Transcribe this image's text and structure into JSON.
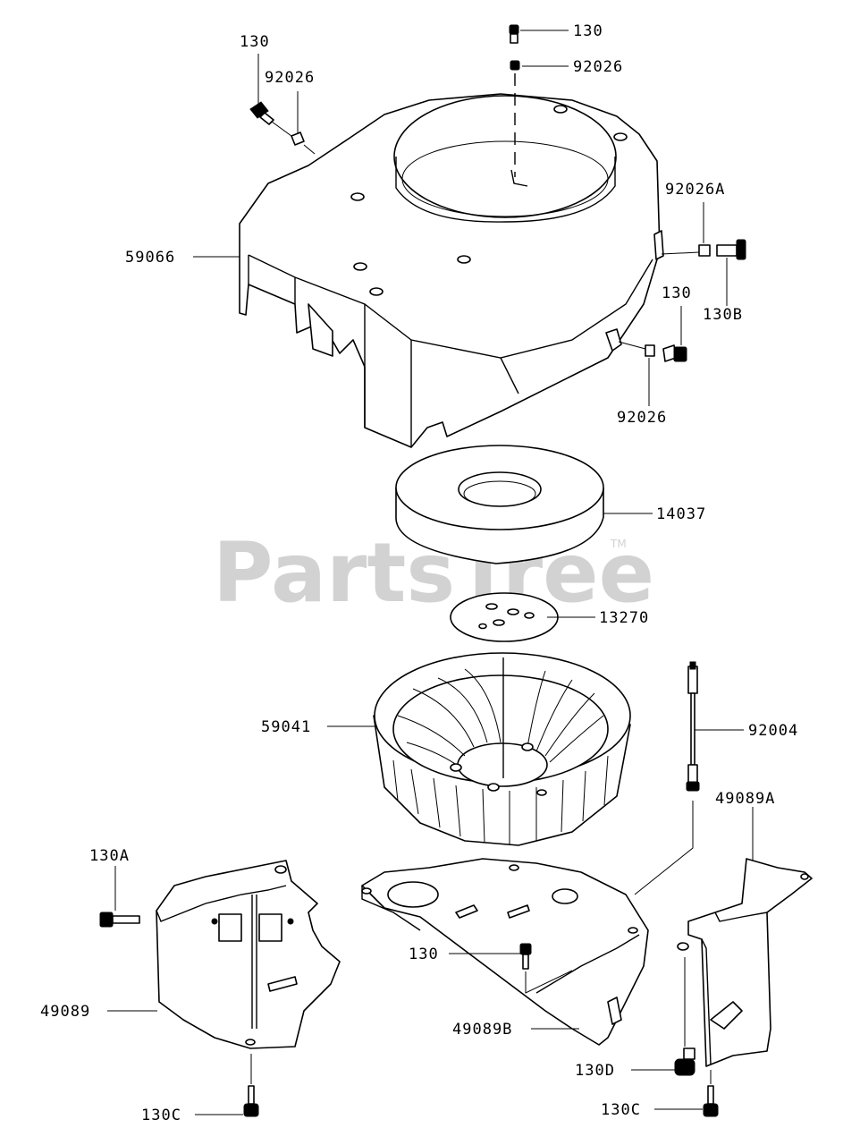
{
  "watermark": {
    "text": "PartsTree",
    "trademark": "TM"
  },
  "callouts": [
    {
      "id": "c130_top",
      "text": "130"
    },
    {
      "id": "c92026_top",
      "text": "92026"
    },
    {
      "id": "c130_tl",
      "text": "130"
    },
    {
      "id": "c92026_tl",
      "text": "92026"
    },
    {
      "id": "c92026A",
      "text": "92026A"
    },
    {
      "id": "c59066",
      "text": "59066"
    },
    {
      "id": "c130_r",
      "text": "130"
    },
    {
      "id": "c130B",
      "text": "130B"
    },
    {
      "id": "c92026_r",
      "text": "92026"
    },
    {
      "id": "c14037",
      "text": "14037"
    },
    {
      "id": "c13270",
      "text": "13270"
    },
    {
      "id": "c59041",
      "text": "59041"
    },
    {
      "id": "c92004",
      "text": "92004"
    },
    {
      "id": "c49089A",
      "text": "49089A"
    },
    {
      "id": "c130A",
      "text": "130A"
    },
    {
      "id": "c130_mid",
      "text": "130"
    },
    {
      "id": "c49089",
      "text": "49089"
    },
    {
      "id": "c49089B",
      "text": "49089B"
    },
    {
      "id": "c130D",
      "text": "130D"
    },
    {
      "id": "c130C_l",
      "text": "130C"
    },
    {
      "id": "c130C_r",
      "text": "130C"
    }
  ]
}
